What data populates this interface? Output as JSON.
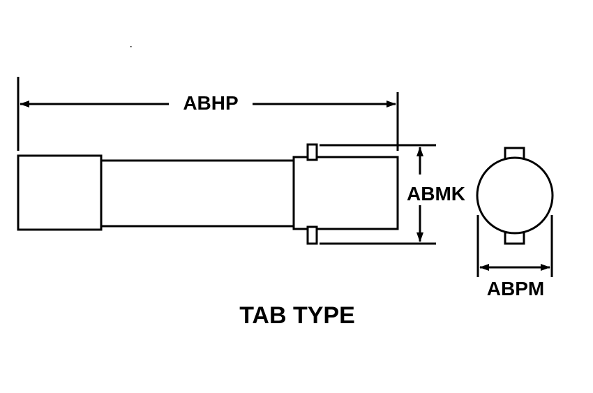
{
  "diagram": {
    "title": "TAB TYPE",
    "dimensions": {
      "overall_length": "ABHP",
      "tab_height": "ABMK",
      "end_diameter": "ABPM"
    }
  }
}
